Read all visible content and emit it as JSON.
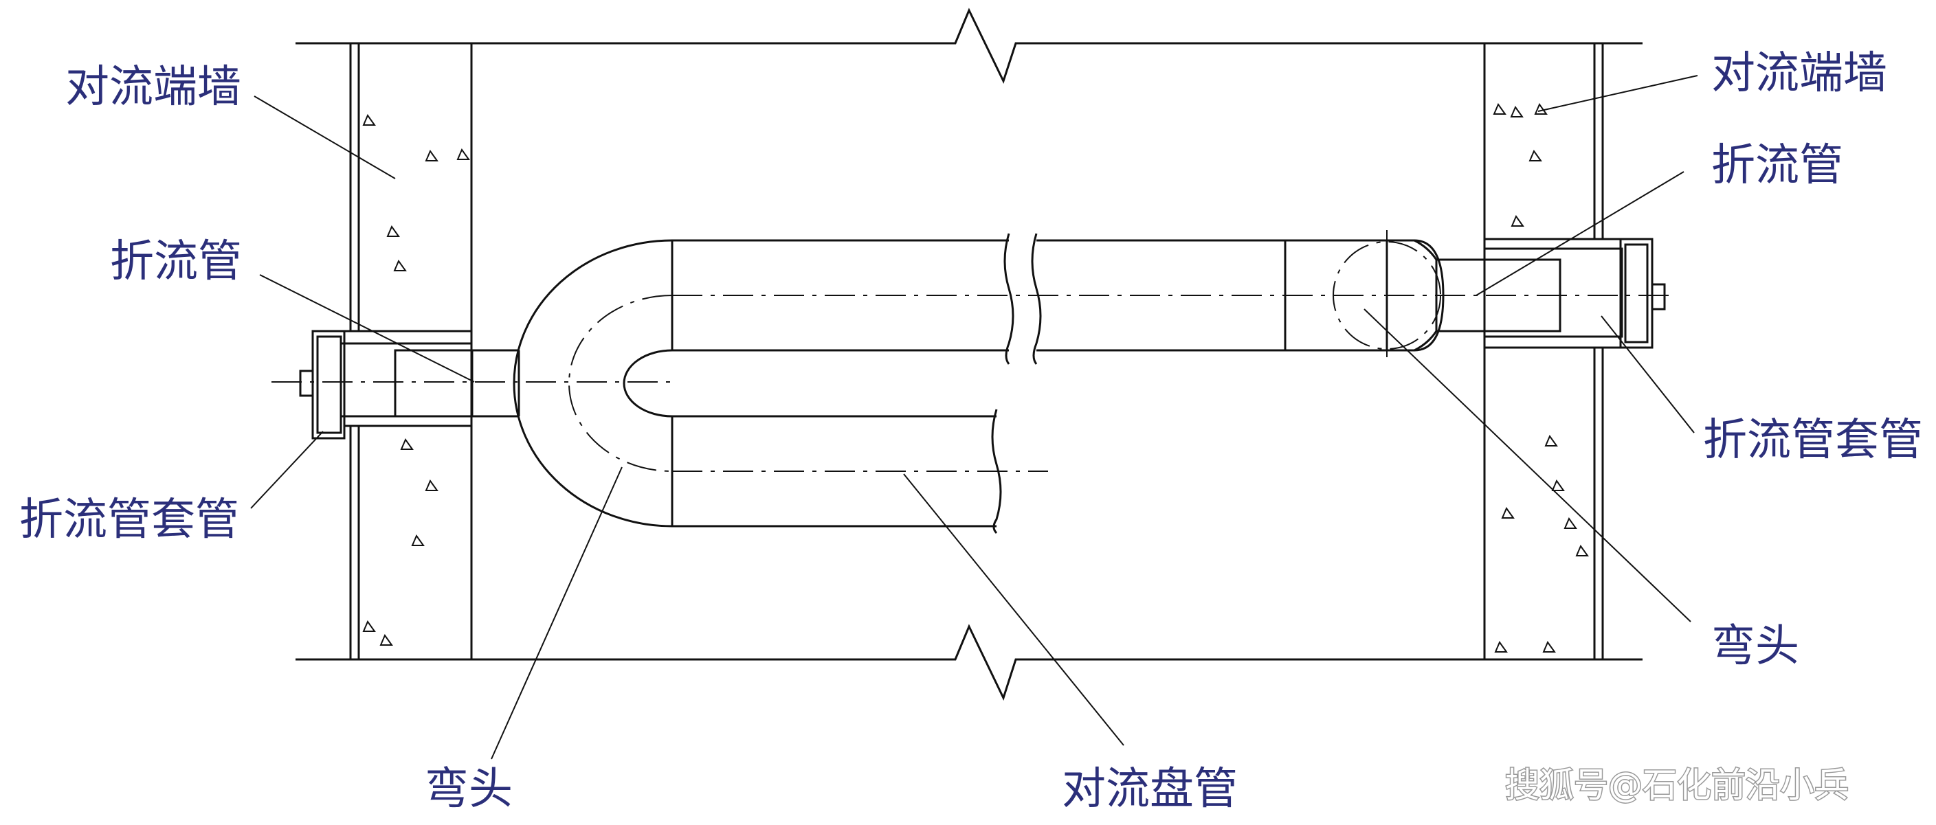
{
  "labels": {
    "left_wall": "对流端墙",
    "right_wall": "对流端墙",
    "left_baffle_tube": "折流管",
    "right_baffle_tube": "折流管",
    "left_sleeve": "折流管套管",
    "right_sleeve": "折流管套管",
    "left_elbow": "弯头",
    "right_elbow": "弯头",
    "coil": "对流盘管"
  },
  "watermark": "搜狐号@石化前沿小兵",
  "colors": {
    "line": "#111111",
    "label": "#2b2f7a",
    "background": "#ffffff"
  }
}
